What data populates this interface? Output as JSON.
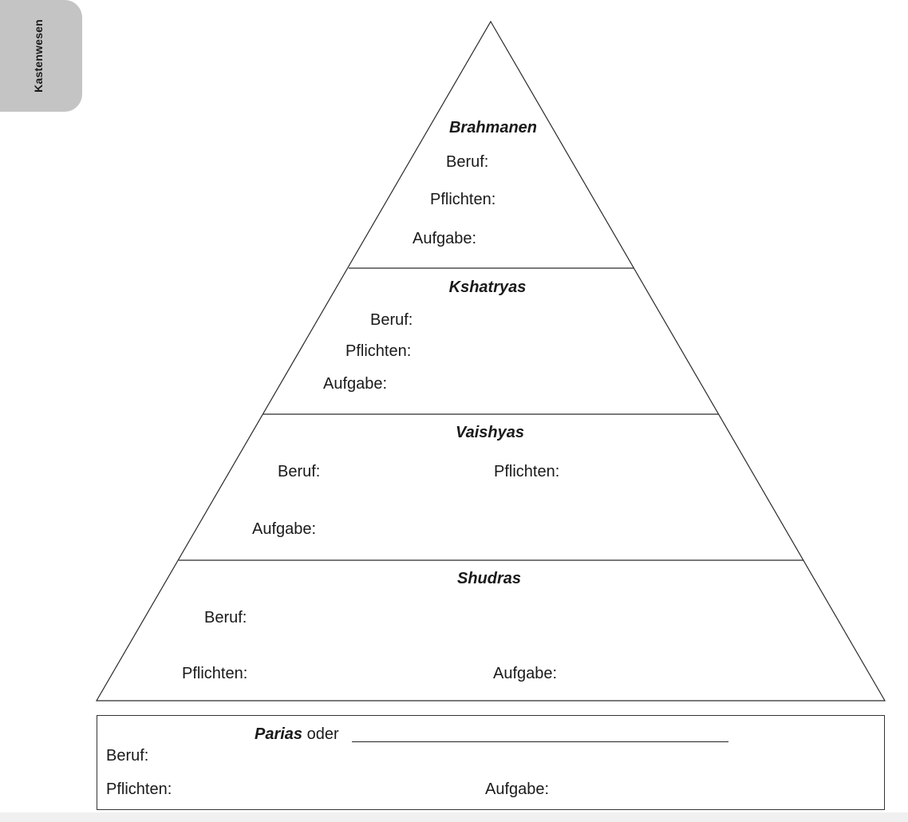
{
  "side_tab": {
    "label": "Kastenwesen"
  },
  "tiers": [
    {
      "name": "Brahmanen",
      "beruf": "Beruf:",
      "pflichten": "Pflichten:",
      "aufgabe": "Aufgabe:"
    },
    {
      "name": "Kshatryas",
      "beruf": "Beruf:",
      "pflichten": "Pflichten:",
      "aufgabe": "Aufgabe:"
    },
    {
      "name": "Vaishyas",
      "beruf": "Beruf:",
      "pflichten": "Pflichten:",
      "aufgabe": "Aufgabe:"
    },
    {
      "name": "Shudras",
      "beruf": "Beruf:",
      "pflichten": "Pflichten:",
      "aufgabe": "Aufgabe:"
    }
  ],
  "parias": {
    "name": "Parias",
    "oder": " oder ",
    "beruf": "Beruf:",
    "pflichten": "Pflichten:",
    "aufgabe": "Aufgabe:"
  }
}
